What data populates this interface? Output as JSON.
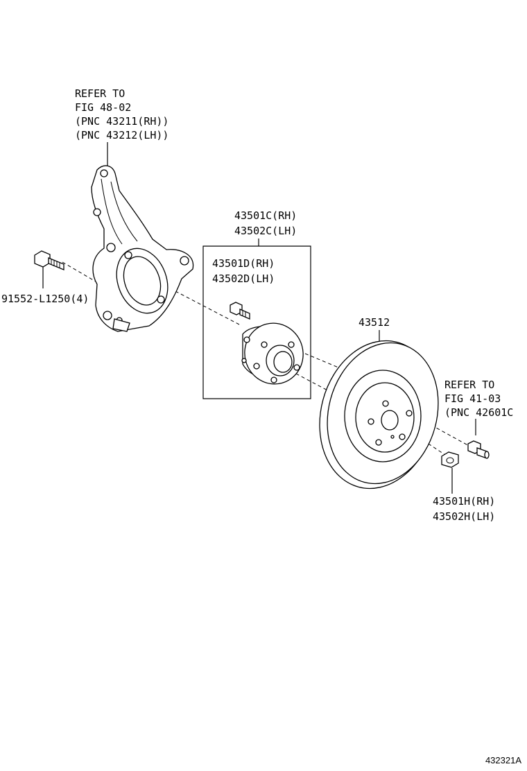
{
  "callouts": {
    "knuckle_ref": [
      "REFER TO",
      "FIG 48-02",
      "(PNC 43211(RH))",
      "(PNC 43212(LH))"
    ],
    "bolt": "91552-L1250(4)",
    "hub_group": [
      "43501C(RH)",
      "43502C(LH)"
    ],
    "hub_inner": [
      "43501D(RH)",
      "43502D(LH)"
    ],
    "rotor": "43512",
    "nut_ref": [
      "REFER TO",
      "FIG 41-03",
      "(PNC 42601C"
    ],
    "nut": [
      "43501H(RH)",
      "43502H(LH)"
    ]
  },
  "figure_id": "432321A"
}
